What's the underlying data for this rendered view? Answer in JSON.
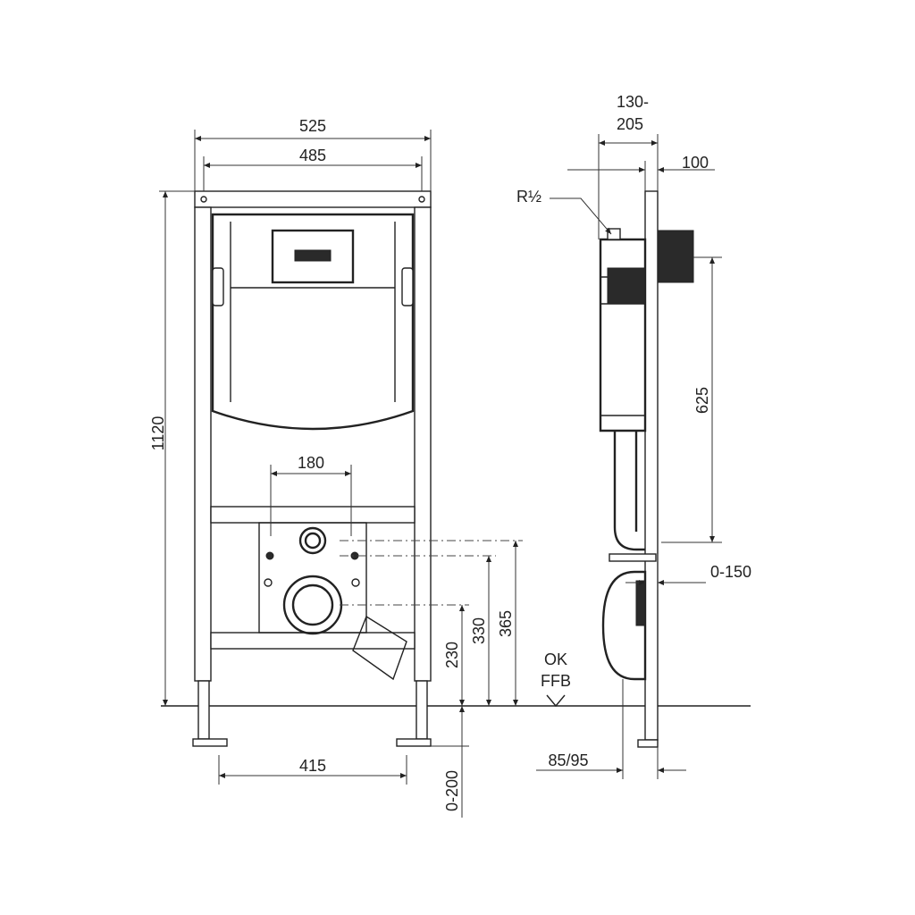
{
  "front_view": {
    "width_outer": "525",
    "width_inner": "485",
    "height": "1120",
    "outlet_spacing": "180",
    "feet_spacing": "415",
    "height_230": "230",
    "height_330": "330",
    "height_365": "365",
    "foot_adjust": "0-200"
  },
  "floor_label": {
    "line1": "OK",
    "line2": "FFB"
  },
  "side_view": {
    "depth_top_line1": "130-",
    "depth_top_line2": "205",
    "depth_100": "100",
    "thread": "R½",
    "height_625": "625",
    "offset": "0-150",
    "base_depth": "85/95"
  }
}
